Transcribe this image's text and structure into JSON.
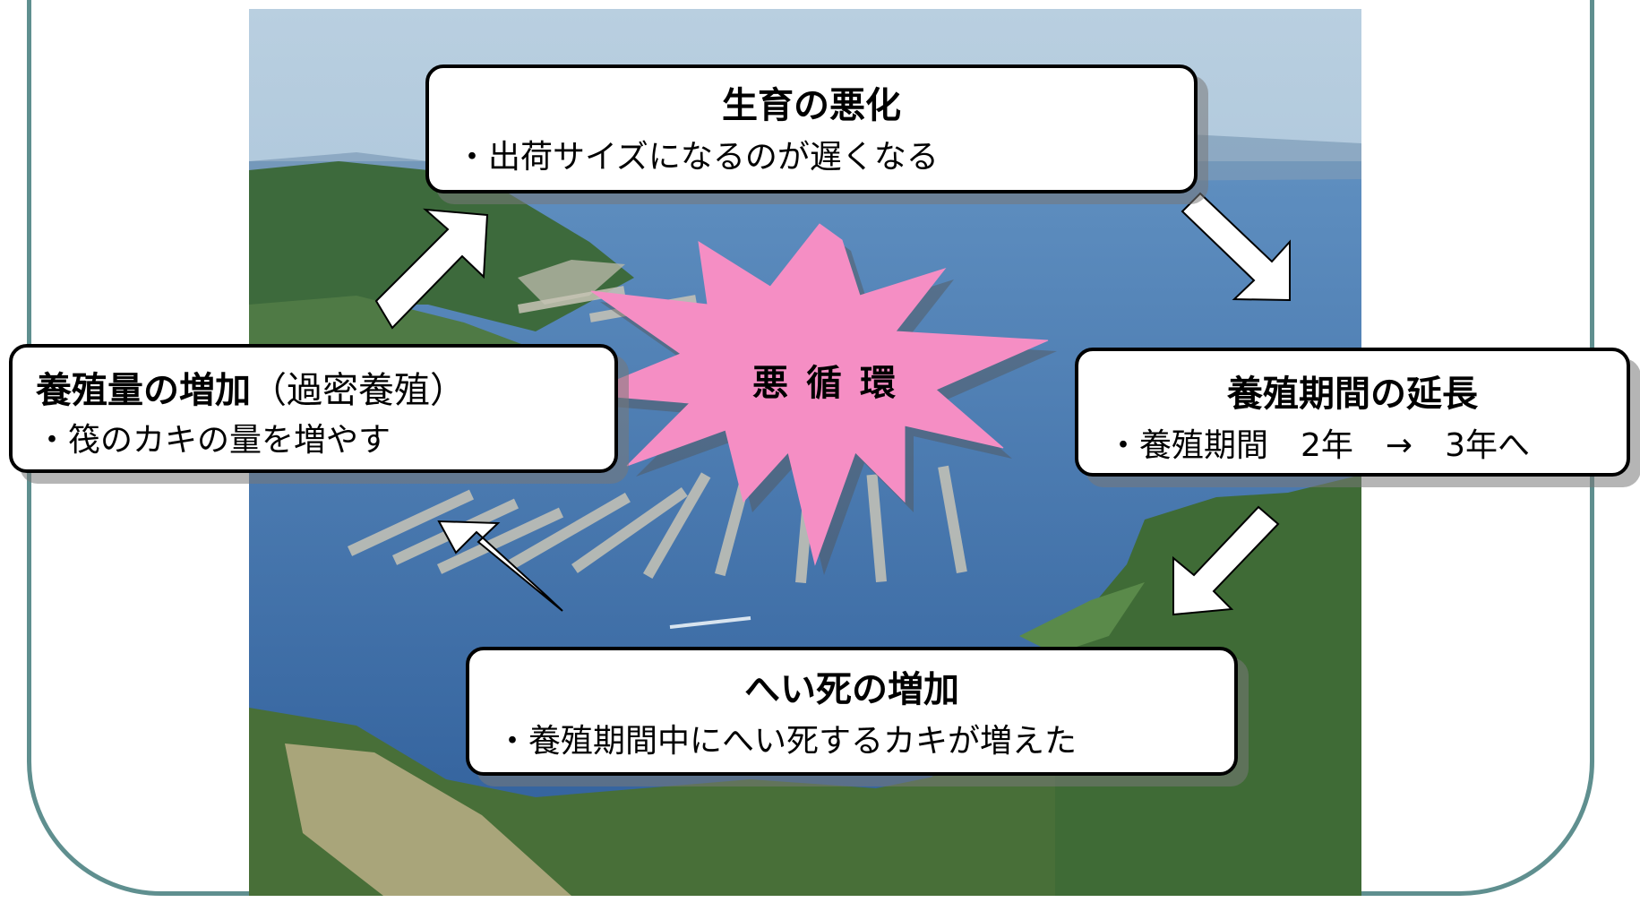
{
  "top_box": {
    "title": "生育の悪化",
    "sub": "・出荷サイズになるのが遅くなる"
  },
  "left_box": {
    "title": "養殖量の増加",
    "title_paren": "（過密養殖）",
    "sub": "・筏のカキの量を増やす"
  },
  "right_box": {
    "title": "養殖期間の延長",
    "sub": "・養殖期間　2年　→　3年へ"
  },
  "bottom_box": {
    "title": "へい死の増加",
    "sub": "・養殖期間中にへい死するカキが増えた"
  },
  "center": {
    "label": "悪循環",
    "color": "#f58ec4"
  },
  "colors": {
    "frame": "#5f8f8f",
    "arrow_fill": "#ffffff",
    "arrow_stroke": "#000000"
  }
}
